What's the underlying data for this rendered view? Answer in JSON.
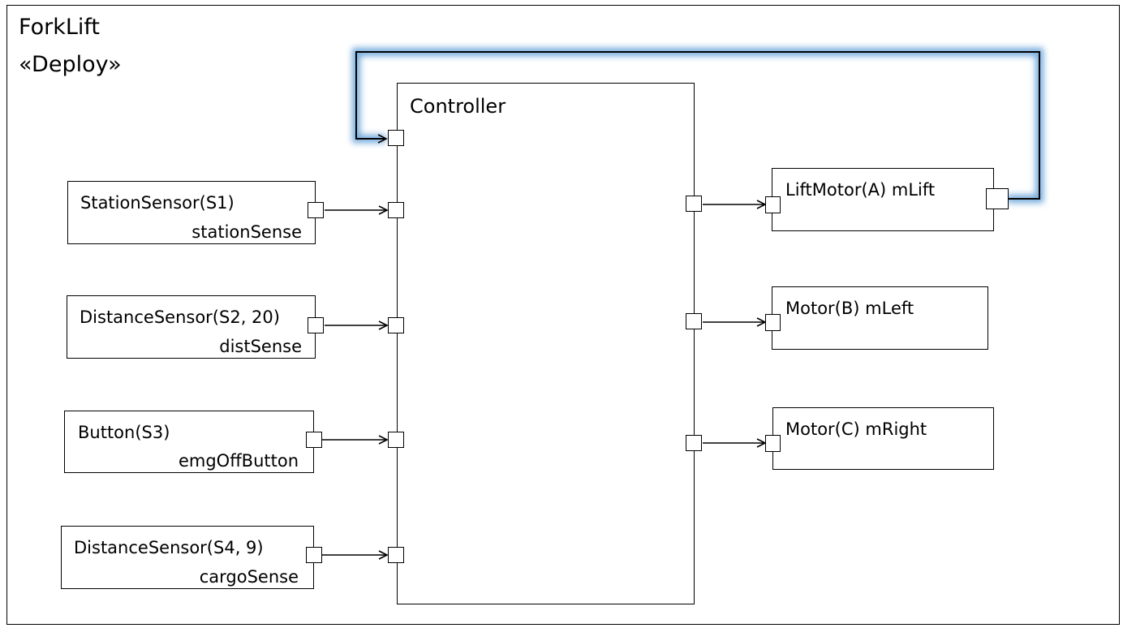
{
  "diagram": {
    "title": "ForkLift",
    "stereotype": "«Deploy»",
    "controller": {
      "label": "Controller"
    },
    "sensors": [
      {
        "type": "StationSensor(S1)",
        "name": "stationSense"
      },
      {
        "type": "DistanceSensor(S2, 20)",
        "name": "distSense"
      },
      {
        "type": "Button(S3)",
        "name": "emgOffButton"
      },
      {
        "type": "DistanceSensor(S4, 9)",
        "name": "cargoSense"
      }
    ],
    "motors": [
      {
        "label": "LiftMotor(A) mLift"
      },
      {
        "label": "Motor(B) mLeft"
      },
      {
        "label": "Motor(C) mRight"
      }
    ],
    "colors": {
      "line": "#000000",
      "highlight": "#5b9bd5",
      "background": "#ffffff"
    }
  }
}
